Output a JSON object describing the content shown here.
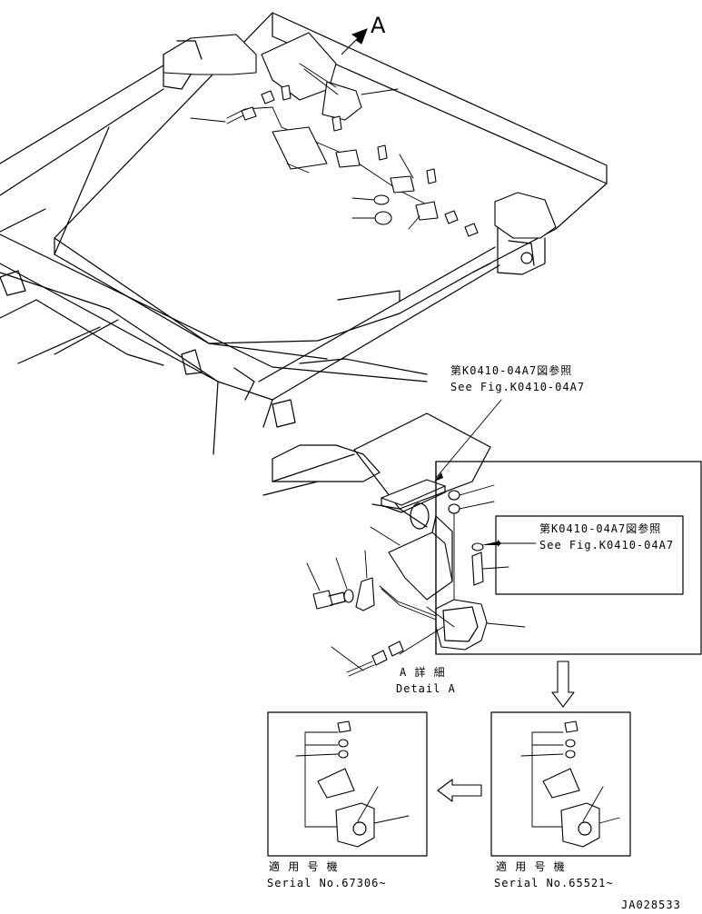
{
  "callout_A": "A",
  "top_ref": {
    "line1": "第K0410-04A7図参照",
    "line2": "See Fig.K0410-04A7"
  },
  "right_ref": {
    "line1": "第K0410-04A7図参照",
    "line2": "See Fig.K0410-04A7"
  },
  "detail": {
    "jp": "A 詳 細",
    "en": "Detail A"
  },
  "variant_left": {
    "jp": "適 用 号 機",
    "en": "Serial No.67306~"
  },
  "variant_right": {
    "jp": "適 用 号 機",
    "en": "Serial No.65521~"
  },
  "drawing_code": "JA028533",
  "icons": {
    "view_arrow": "view-direction-arrow-icon",
    "down_arrow": "hollow-down-arrow-icon",
    "left_arrow": "hollow-left-arrow-icon"
  }
}
